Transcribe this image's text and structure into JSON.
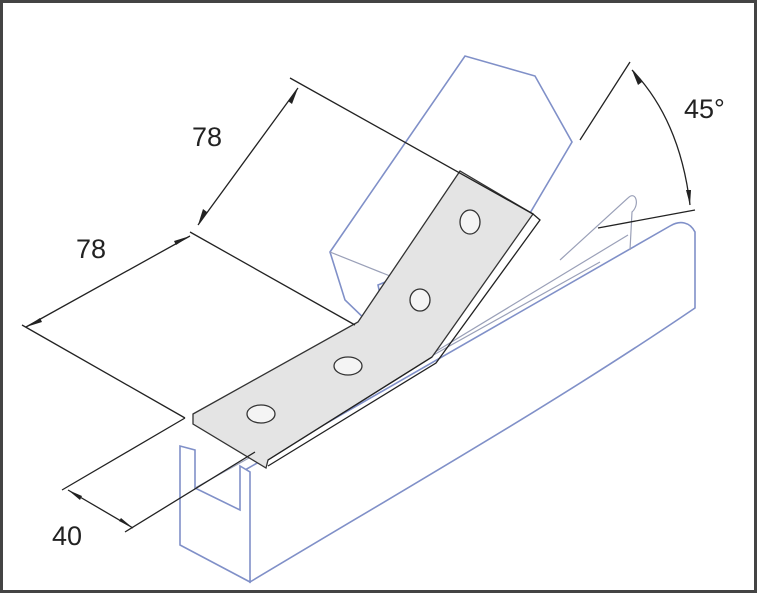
{
  "diagram": {
    "dimensions": {
      "upper_length": "78",
      "lower_length": "78",
      "width": "40",
      "angle": "45°"
    },
    "colors": {
      "channel_outline": "#8090c8",
      "plate_fill": "#e4e4e4",
      "dimension_lines": "#222222",
      "frame": "#444444"
    }
  }
}
